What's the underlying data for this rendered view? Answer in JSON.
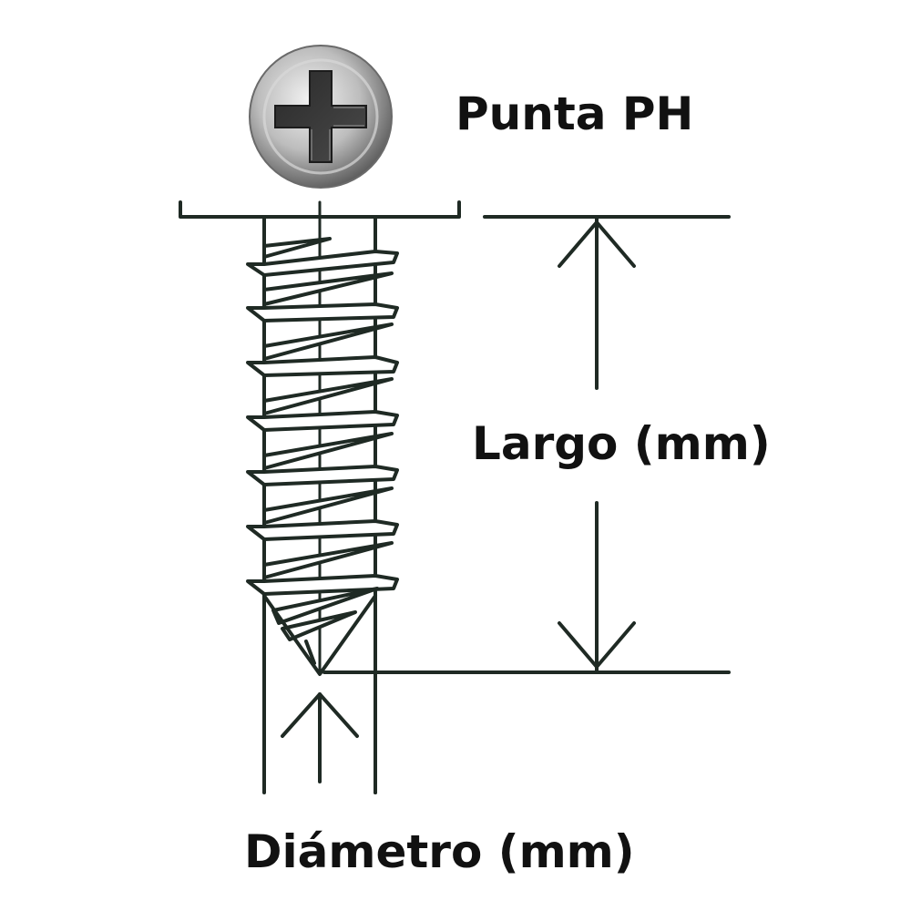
{
  "labels": {
    "head_type": "Punta PH",
    "length": "Largo (mm)",
    "diameter": "Diámetro (mm)"
  },
  "colors": {
    "line": "#1f2a24",
    "text": "#111111",
    "head_dark": "#555555",
    "head_light": "#e6e6e6"
  },
  "icons": {
    "head": "phillips-screw-head-icon"
  }
}
